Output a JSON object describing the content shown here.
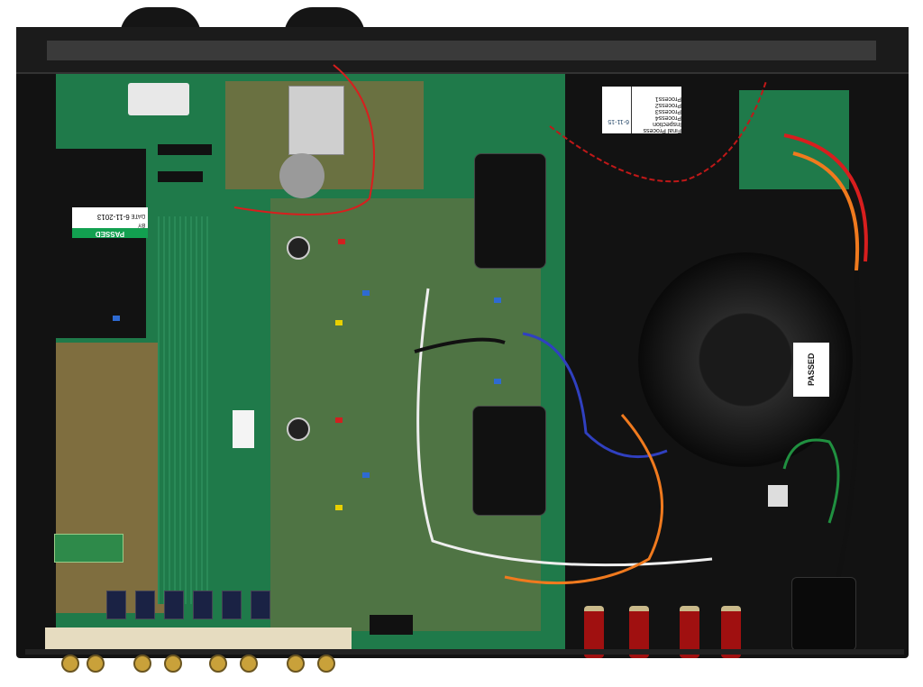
{
  "qc_sticker": {
    "status": "PASSED",
    "by_label": "BY",
    "date_label": "DATE",
    "date": "6-11-2013"
  },
  "process_sticker": {
    "rows": [
      "Final Process",
      "Inspection",
      "Process4",
      "Process3",
      "Process2",
      "Process1"
    ],
    "date": "6-11-15"
  },
  "toroid_sticker": {
    "text": "PASSED"
  },
  "colors": {
    "pcb": "#1f7a4a",
    "chassis": "#121212",
    "binding_post": "#a01010",
    "wire_red": "#d81e1e",
    "wire_orange": "#f07a1e"
  }
}
